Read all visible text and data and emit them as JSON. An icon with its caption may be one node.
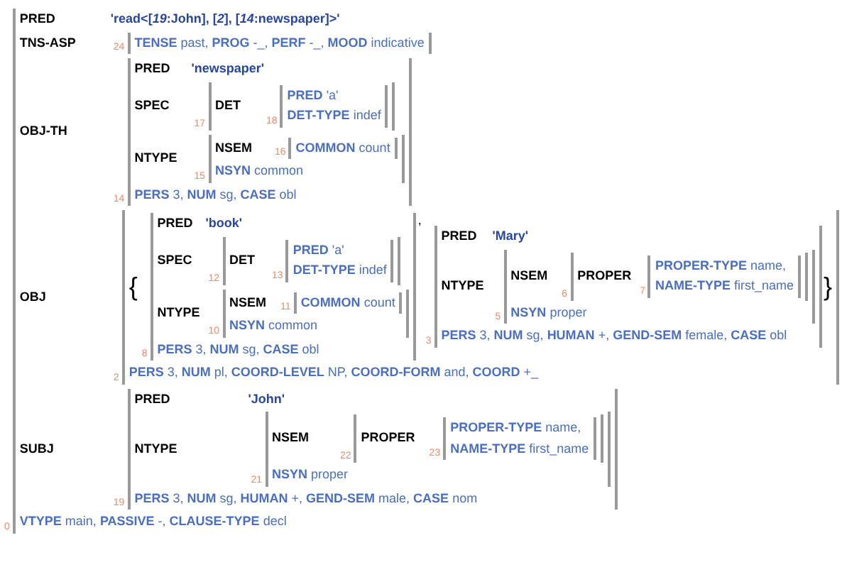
{
  "diagram": {
    "nodes": [
      {
        "text": [
          "PRED",
          "'read<[*19*:John], [*2*], [*14*:newspaper]>'",
          "**VTYPE** main, **PASSIVE** -, **CLAUSE-TYPE** decl"
        ],
        "beside": [
          "0"
        ]
      },
      {
        "text": [
          "TNS-ASP",
          "**TENSE** past, **PROG** -_, **PERF** -_, **MOOD** indicative"
        ],
        "beside": [
          "24"
        ],
        "in": 0
      },
      {
        "text": [
          "OBJ-TH",
          "PRED",
          "'newspaper'",
          "**PERS** 3, **NUM** sg, **CASE** obl"
        ],
        "beside": [
          "14"
        ],
        "in": 0
      },
      {
        "text": [
          "SPEC"
        ],
        "beside": [
          "17"
        ],
        "in": 2
      },
      {
        "text": [
          "DET",
          "**PRED** 'a'",
          "**DET-TYPE** indef"
        ],
        "beside": [
          "18"
        ],
        "in": 3
      },
      {
        "text": [
          "NTYPE",
          "**NSYN** common"
        ],
        "beside": [
          "15"
        ],
        "in": 2
      },
      {
        "text": [
          "NSEM",
          "**COMMON** count"
        ],
        "beside": [
          "16"
        ],
        "in": 5
      },
      {
        "text": [
          "OBJ",
          "{",
          ",",
          "}",
          "**PERS** 3, **NUM** pl, **COORD-LEVEL** NP, **COORD-FORM** and, **COORD** +_"
        ],
        "beside": [
          "2"
        ],
        "in": 0
      },
      {
        "text": [
          "PRED",
          "'book'",
          "**PERS** 3, **NUM** sg, **CASE** obl"
        ],
        "beside": [
          "8"
        ],
        "in": 7
      },
      {
        "text": [
          "SPEC"
        ],
        "beside": [
          "12"
        ],
        "in": 8
      },
      {
        "text": [
          "DET",
          "**PRED** 'a'",
          "**DET-TYPE** indef"
        ],
        "beside": [
          "13"
        ],
        "in": 9
      },
      {
        "text": [
          "NTYPE",
          "**NSYN** common"
        ],
        "beside": [
          "10"
        ],
        "in": 8
      },
      {
        "text": [
          "NSEM",
          "**COMMON** count"
        ],
        "beside": [
          "11"
        ],
        "in": 11
      },
      {
        "text": [
          "PRED",
          "'Mary'",
          "**PERS** 3, **NUM** sg, **HUMAN** +, **GEND-SEM** female, **CASE** obl"
        ],
        "beside": [
          "3"
        ],
        "in": 7
      },
      {
        "text": [
          "NTYPE",
          "**NSYN** proper"
        ],
        "beside": [
          "5"
        ],
        "in": 13
      },
      {
        "text": [
          "NSEM"
        ],
        "beside": [
          "6"
        ],
        "in": 14
      },
      {
        "text": [
          "PROPER",
          "**PROPER-TYPE** name,",
          "**NAME-TYPE** first_name"
        ],
        "beside": [
          "7"
        ],
        "in": 15
      },
      {
        "text": [
          "SUBJ",
          "PRED",
          "'John'",
          "**PERS** 3, **NUM** sg, **HUMAN** +, **GEND-SEM** male, **CASE** nom"
        ],
        "beside": [
          "19"
        ],
        "in": 0
      },
      {
        "text": [
          "NTYPE",
          "**NSYN** proper"
        ],
        "beside": [
          "21"
        ],
        "in": 17
      },
      {
        "text": [
          "NSEM"
        ],
        "beside": [
          "22"
        ],
        "in": 18
      },
      {
        "text": [
          "PROPER",
          "**PROPER-TYPE** name,",
          "**NAME-TYPE** first_name"
        ],
        "beside": [
          "23"
        ],
        "in": 19
      }
    ]
  }
}
